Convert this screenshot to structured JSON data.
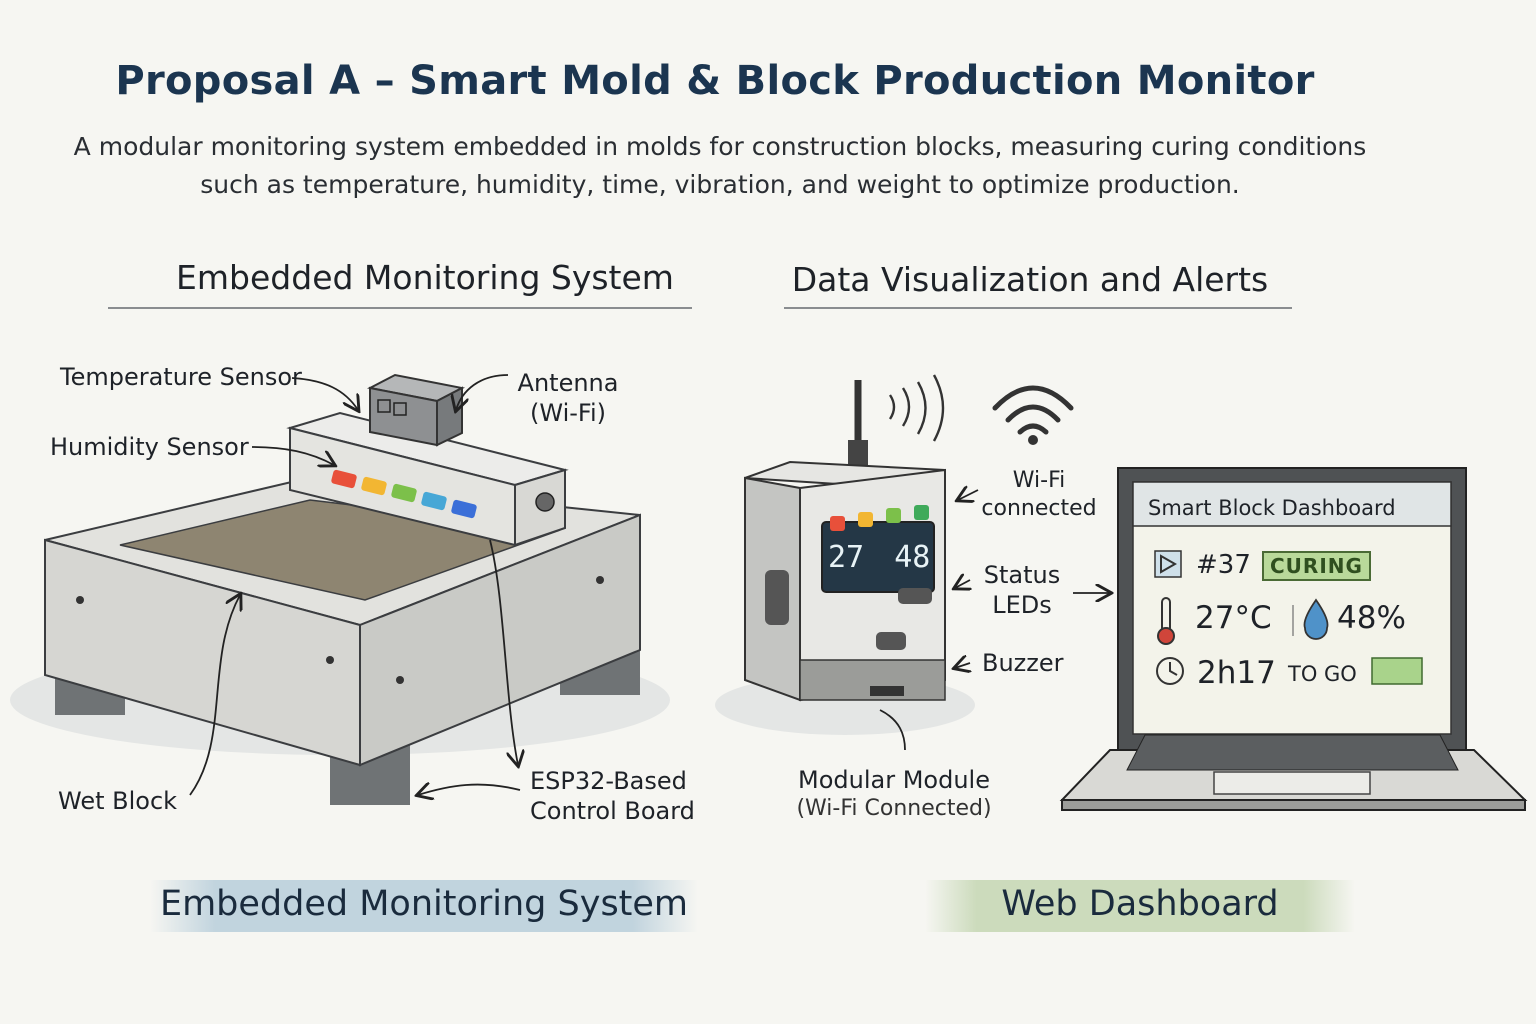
{
  "header": {
    "title": "Proposal A – Smart Mold & Block Production Monitor",
    "subtitle_line1": "A modular monitoring system embedded in molds for construction blocks, measuring curing conditions",
    "subtitle_line2": "such as temperature, humidity, time, vibration, and weight to optimize production."
  },
  "left_panel": {
    "heading": "Embedded Monitoring System",
    "labels": {
      "temperature_sensor": "Temperature Sensor",
      "humidity_sensor": "Humidity Sensor",
      "antenna_line1": "Antenna",
      "antenna_line2": "(Wi-Fi)",
      "wet_block": "Wet Block",
      "control_board_line1": "ESP32-Based",
      "control_board_line2": "Control Board"
    },
    "banner": "Embedded Monitoring System"
  },
  "right_panel": {
    "heading": "Data Visualization and Alerts",
    "labels": {
      "wifi_line1": "Wi-Fi",
      "wifi_line2": "connected",
      "status_line1": "Status",
      "status_line2": "LEDs",
      "buzzer": "Buzzer",
      "module_line1": "Modular Module",
      "module_line2": "(Wi-Fi Connected)"
    },
    "device": {
      "readout_temp": "27",
      "readout_hum": "48"
    },
    "dashboard": {
      "title": "Smart Block Dashboard",
      "block_id": "#37",
      "status": "CURING",
      "temperature": "27°C",
      "humidity": "48%",
      "time_value": "2h17",
      "time_suffix": "TO GO"
    },
    "banner": "Web Dashboard"
  },
  "colors": {
    "title": "#1b3550",
    "led_colors": [
      "#e8503a",
      "#f2b632",
      "#7cc04a",
      "#47a7d6",
      "#3b6fd8"
    ],
    "status_badge": "#b9d99a",
    "banner_left": "#afc8d7",
    "banner_right": "#bed2aa"
  }
}
